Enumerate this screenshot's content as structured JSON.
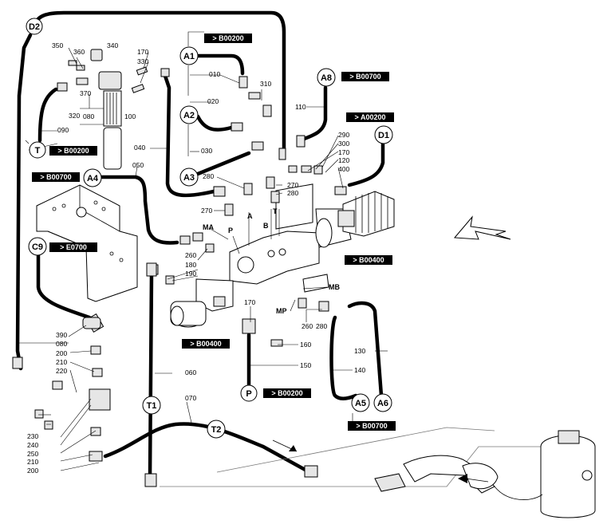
{
  "circles": [
    {
      "id": "D2",
      "label": "D2"
    },
    {
      "id": "A1",
      "label": "A1"
    },
    {
      "id": "A2",
      "label": "A2"
    },
    {
      "id": "A3",
      "label": "A3"
    },
    {
      "id": "A4",
      "label": "A4"
    },
    {
      "id": "A8",
      "label": "A8"
    },
    {
      "id": "D1",
      "label": "D1"
    },
    {
      "id": "T",
      "label": "T"
    },
    {
      "id": "C9",
      "label": "C9"
    },
    {
      "id": "P",
      "label": "P"
    },
    {
      "id": "A5",
      "label": "A5"
    },
    {
      "id": "A6",
      "label": "A6"
    },
    {
      "id": "T1",
      "label": "T1"
    },
    {
      "id": "T2",
      "label": "T2"
    }
  ],
  "refs": [
    {
      "id": "r1",
      "text": "> B00200"
    },
    {
      "id": "r2",
      "text": "> B00700"
    },
    {
      "id": "r3",
      "text": "> A00200"
    },
    {
      "id": "r4",
      "text": "> B00200"
    },
    {
      "id": "r5",
      "text": "> B00700"
    },
    {
      "id": "r6",
      "text": "> E0700"
    },
    {
      "id": "r7",
      "text": "> B00400"
    },
    {
      "id": "r8",
      "text": "> B00400"
    },
    {
      "id": "r9",
      "text": "> B00200"
    },
    {
      "id": "r10",
      "text": "> B00700"
    }
  ],
  "part_numbers": {
    "n350": "350",
    "n360": "360",
    "n340": "340",
    "n170a": "170",
    "n330": "330",
    "n370": "370",
    "n320": "320",
    "n080a": "080",
    "n100": "100",
    "n090": "090",
    "n010": "010",
    "n310": "310",
    "n020": "020",
    "n040": "040",
    "n030": "030",
    "n050": "050",
    "n110": "110",
    "n290": "290",
    "n300": "300",
    "n170b": "170",
    "n120": "120",
    "n400": "400",
    "n280a": "280",
    "n270a": "270",
    "n280b": "280",
    "n270b": "270",
    "n260a": "260",
    "n180": "180",
    "n190": "190",
    "n170c": "170",
    "n260b": "260",
    "n280c": "280",
    "n160": "160",
    "n150": "150",
    "n130": "130",
    "n140": "140",
    "n390": "390",
    "n080b": "080",
    "n200a": "200",
    "n210a": "210",
    "n220": "220",
    "n060": "060",
    "n070": "070",
    "n230": "230",
    "n240": "240",
    "n250": "250",
    "n210b": "210",
    "n200b": "200"
  },
  "port_labels": {
    "ma": "MA",
    "mb": "MB",
    "mp": "MP",
    "pA": "A",
    "pB": "B",
    "pT": "T",
    "pP": "P"
  }
}
